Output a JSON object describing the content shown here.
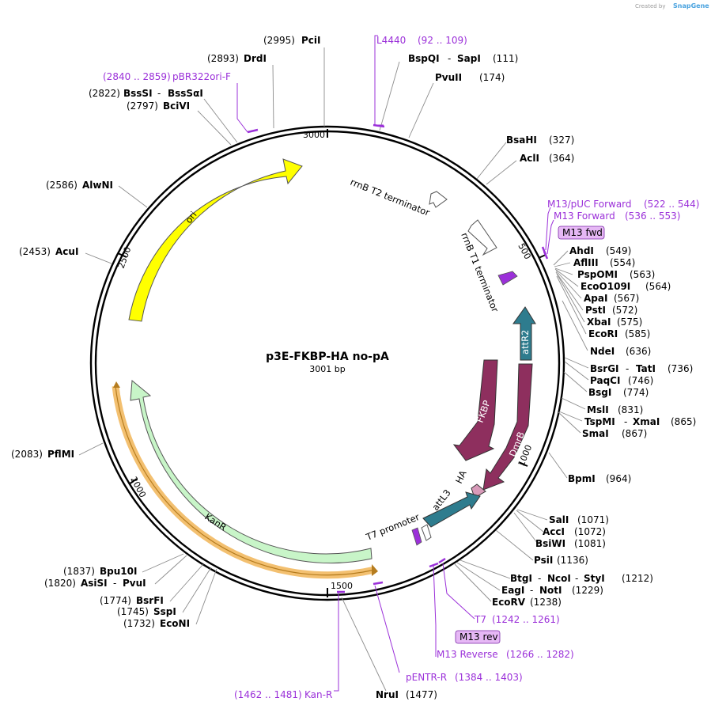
{
  "credit": {
    "prefix": "Created by",
    "brand": "SnapGene"
  },
  "plasmid": {
    "name": "p3E-FKBP-HA no-pA",
    "length": "3001 bp"
  },
  "ticks": [
    "3000",
    "500",
    "1000",
    "1500",
    "2000",
    "2500"
  ],
  "features": [
    {
      "name": "ori",
      "color": "#ffff00"
    },
    {
      "name": "KanR",
      "color": "#c8f5c8"
    },
    {
      "name": "rrnB T2 terminator",
      "color": "#ffffff"
    },
    {
      "name": "rrnB T1 terminator",
      "color": "#ffffff"
    },
    {
      "name": "attR2",
      "color": "#2e7c8e"
    },
    {
      "name": "FKBP",
      "color": "#8e2f5e"
    },
    {
      "name": "DmrB",
      "color": "#8e2f5e"
    },
    {
      "name": "HA",
      "color": "#d89ab9"
    },
    {
      "name": "attL3",
      "color": "#2e7c8e"
    },
    {
      "name": "T7 promoter",
      "color": "#ffffff"
    }
  ],
  "enzymes": [
    {
      "name": "PciI",
      "pos": "(2995)"
    },
    {
      "name": "DrdI",
      "pos": "(2893)"
    },
    {
      "name": "BssSI",
      "name2": "BssSαI",
      "pos": "(2822)"
    },
    {
      "name": "BciVI",
      "pos": "(2797)"
    },
    {
      "name": "AlwNI",
      "pos": "(2586)"
    },
    {
      "name": "AcuI",
      "pos": "(2453)"
    },
    {
      "name": "PflMI",
      "pos": "(2083)"
    },
    {
      "name": "Bpu10I",
      "pos": "(1837)"
    },
    {
      "name": "AsiSI",
      "name2": "PvuI",
      "pos": "(1820)"
    },
    {
      "name": "BsrFI",
      "pos": "(1774)"
    },
    {
      "name": "SspI",
      "pos": "(1745)"
    },
    {
      "name": "EcoNI",
      "pos": "(1732)"
    },
    {
      "name": "NruI",
      "pos": "(1477)"
    },
    {
      "name": "BspQI",
      "name2": "SapI",
      "pos": "(111)"
    },
    {
      "name": "PvuII",
      "pos": "(174)"
    },
    {
      "name": "BsaHI",
      "pos": "(327)"
    },
    {
      "name": "AclI",
      "pos": "(364)"
    },
    {
      "name": "AhdI",
      "pos": "(549)"
    },
    {
      "name": "AflIII",
      "pos": "(554)"
    },
    {
      "name": "PspOMI",
      "pos": "(563)"
    },
    {
      "name": "EcoO109I",
      "pos": "(564)"
    },
    {
      "name": "ApaI",
      "pos": "(567)"
    },
    {
      "name": "PstI",
      "pos": "(572)"
    },
    {
      "name": "XbaI",
      "pos": "(575)"
    },
    {
      "name": "EcoRI",
      "pos": "(585)"
    },
    {
      "name": "NdeI",
      "pos": "(636)"
    },
    {
      "name": "BsrGI",
      "name2": "TatI",
      "pos": "(736)"
    },
    {
      "name": "PaqCI",
      "pos": "(746)"
    },
    {
      "name": "BsgI",
      "pos": "(774)"
    },
    {
      "name": "MslI",
      "pos": "(831)"
    },
    {
      "name": "TspMI",
      "name2": "XmaI",
      "pos": "(865)"
    },
    {
      "name": "SmaI",
      "pos": "(867)"
    },
    {
      "name": "BpmI",
      "pos": "(964)"
    },
    {
      "name": "SalI",
      "pos": "(1071)"
    },
    {
      "name": "AccI",
      "pos": "(1072)"
    },
    {
      "name": "BsiWI",
      "pos": "(1081)"
    },
    {
      "name": "PsiI",
      "pos": "(1136)"
    },
    {
      "name": "BtgI",
      "name2": "NcoI",
      "name3": "StyI",
      "pos": "(1212)"
    },
    {
      "name": "EagI",
      "name2": "NotI",
      "pos": "(1229)"
    },
    {
      "name": "EcoRV",
      "pos": "(1238)"
    }
  ],
  "primers": [
    {
      "name": "L4440",
      "range": "(92 .. 109)"
    },
    {
      "name": "pBR322ori-F",
      "range": "(2840 .. 2859)"
    },
    {
      "name": "M13/pUC Forward",
      "range": "(522 .. 544)"
    },
    {
      "name": "M13 Forward",
      "range": "(536 .. 553)"
    },
    {
      "name": "M13 fwd"
    },
    {
      "name": "T7",
      "range": "(1242 .. 1261)"
    },
    {
      "name": "M13 rev"
    },
    {
      "name": "M13 Reverse",
      "range": "(1266 .. 1282)"
    },
    {
      "name": "pENTR-R",
      "range": "(1384 .. 1403)"
    },
    {
      "name": "Kan-R",
      "range": "(1462 .. 1481)"
    }
  ]
}
